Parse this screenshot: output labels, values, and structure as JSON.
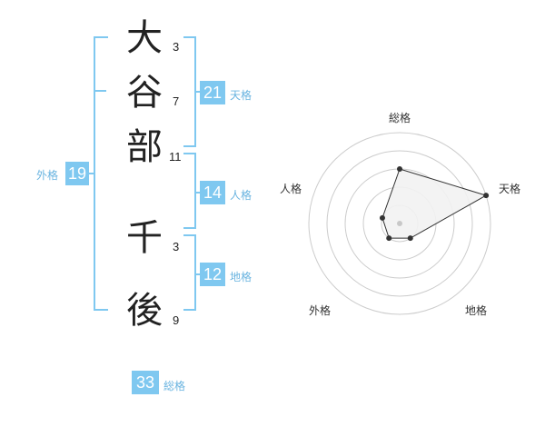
{
  "surname": [
    {
      "char": "大",
      "strokes": "3"
    },
    {
      "char": "谷",
      "strokes": "7"
    },
    {
      "char": "部",
      "strokes": "11"
    }
  ],
  "given": [
    {
      "char": "千",
      "strokes": "3"
    },
    {
      "char": "後",
      "strokes": "9"
    }
  ],
  "results": {
    "tenkaku": {
      "label": "天格",
      "value": "21"
    },
    "jinkaku": {
      "label": "人格",
      "value": "14"
    },
    "chikaku": {
      "label": "地格",
      "value": "12"
    },
    "gaikaku": {
      "label": "外格",
      "value": "19"
    },
    "soukaku": {
      "label": "総格",
      "value": "33"
    }
  },
  "radar": {
    "axes": [
      "総格",
      "天格",
      "地格",
      "外格",
      "人格"
    ],
    "levels": 5,
    "scores": [
      3,
      5,
      1,
      1,
      1
    ],
    "fill_color": "#f2f2f2",
    "line_color": "#333333",
    "ring_color": "#cccccc"
  },
  "colors": {
    "accent": "#7fc8f0",
    "label": "#6ab4e0"
  }
}
